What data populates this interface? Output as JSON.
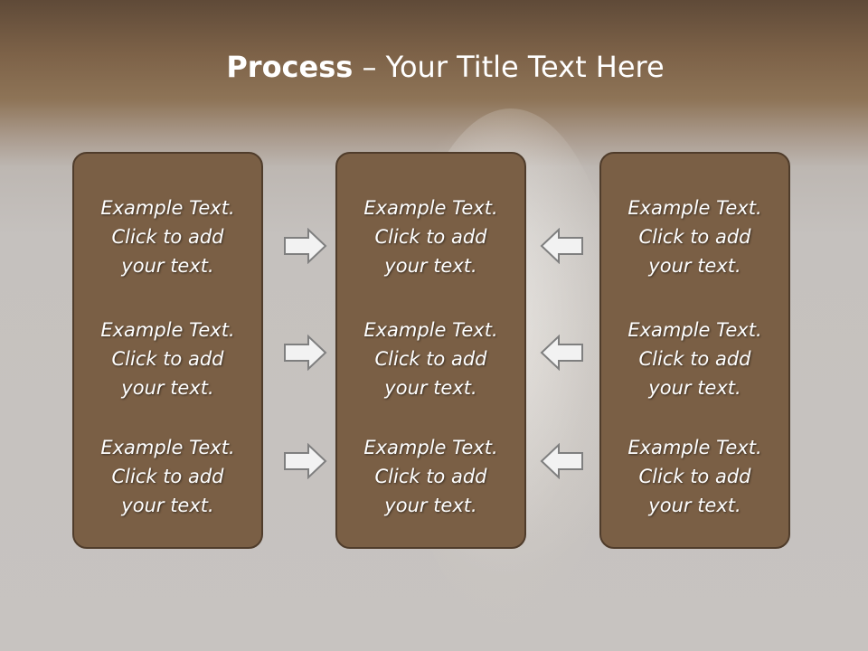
{
  "slide": {
    "title_bold": "Process",
    "title_rest": " – Your Title Text Here"
  },
  "panels": [
    {
      "blocks": [
        {
          "lines": [
            "Example Text.",
            "Click  to add",
            "your text."
          ]
        },
        {
          "lines": [
            "Example Text.",
            "Click  to add",
            "your text."
          ]
        },
        {
          "lines": [
            "Example Text.",
            "Click  to add",
            "your text."
          ]
        }
      ]
    },
    {
      "blocks": [
        {
          "lines": [
            "Example Text.",
            "Click  to add",
            "your text."
          ]
        },
        {
          "lines": [
            "Example Text.",
            "Click  to add",
            "your text."
          ]
        },
        {
          "lines": [
            "Example Text.",
            "Click  to add",
            "your text."
          ]
        }
      ]
    },
    {
      "blocks": [
        {
          "lines": [
            "Example Text.",
            "Click  to add",
            "your text."
          ]
        },
        {
          "lines": [
            "Example Text.",
            "Click  to add",
            "your text."
          ]
        },
        {
          "lines": [
            "Example Text.",
            "Click  to add",
            "your text."
          ]
        }
      ]
    }
  ],
  "arrows": {
    "left_group_icon": "arrow-right-icon",
    "right_group_icon": "arrow-left-icon"
  },
  "colors": {
    "panel_fill": "#7a5f45",
    "panel_border": "#4f3c2b",
    "header_brown": "#7d6248",
    "background_gray": "#c7c3c0",
    "arrow_fill": "#f2f2f2",
    "arrow_stroke": "#7f7f7f"
  }
}
